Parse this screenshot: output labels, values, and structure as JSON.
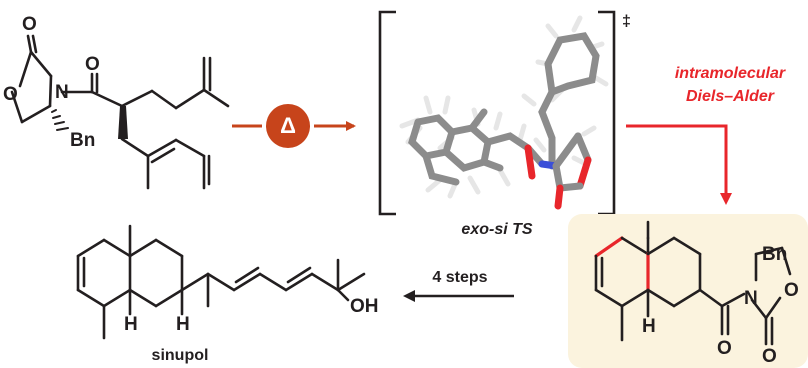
{
  "labels": {
    "heat_symbol": "Δ",
    "ts_dagger": "‡",
    "ts_caption": "exo-si TS",
    "step_line1": "intramolecular",
    "step_line2": "Diels–Alder",
    "steps_label": "4 steps",
    "product_name": "sinupol"
  },
  "atoms": {
    "O": "O",
    "N": "N",
    "H": "H",
    "Bn": "Bn",
    "OH": "OH"
  },
  "colors": {
    "red_accent": "#e8262b",
    "heat_circle": "#c7441b",
    "heat_arrow": "#c7441b",
    "product_box": "#fbf3de",
    "bond": "#231f20",
    "carbon_tube": "#8c8c8c",
    "hydrogen_tube": "#e6e6e6",
    "oxygen_tube": "#e8262b",
    "nitrogen_tube": "#3b4fd8"
  }
}
